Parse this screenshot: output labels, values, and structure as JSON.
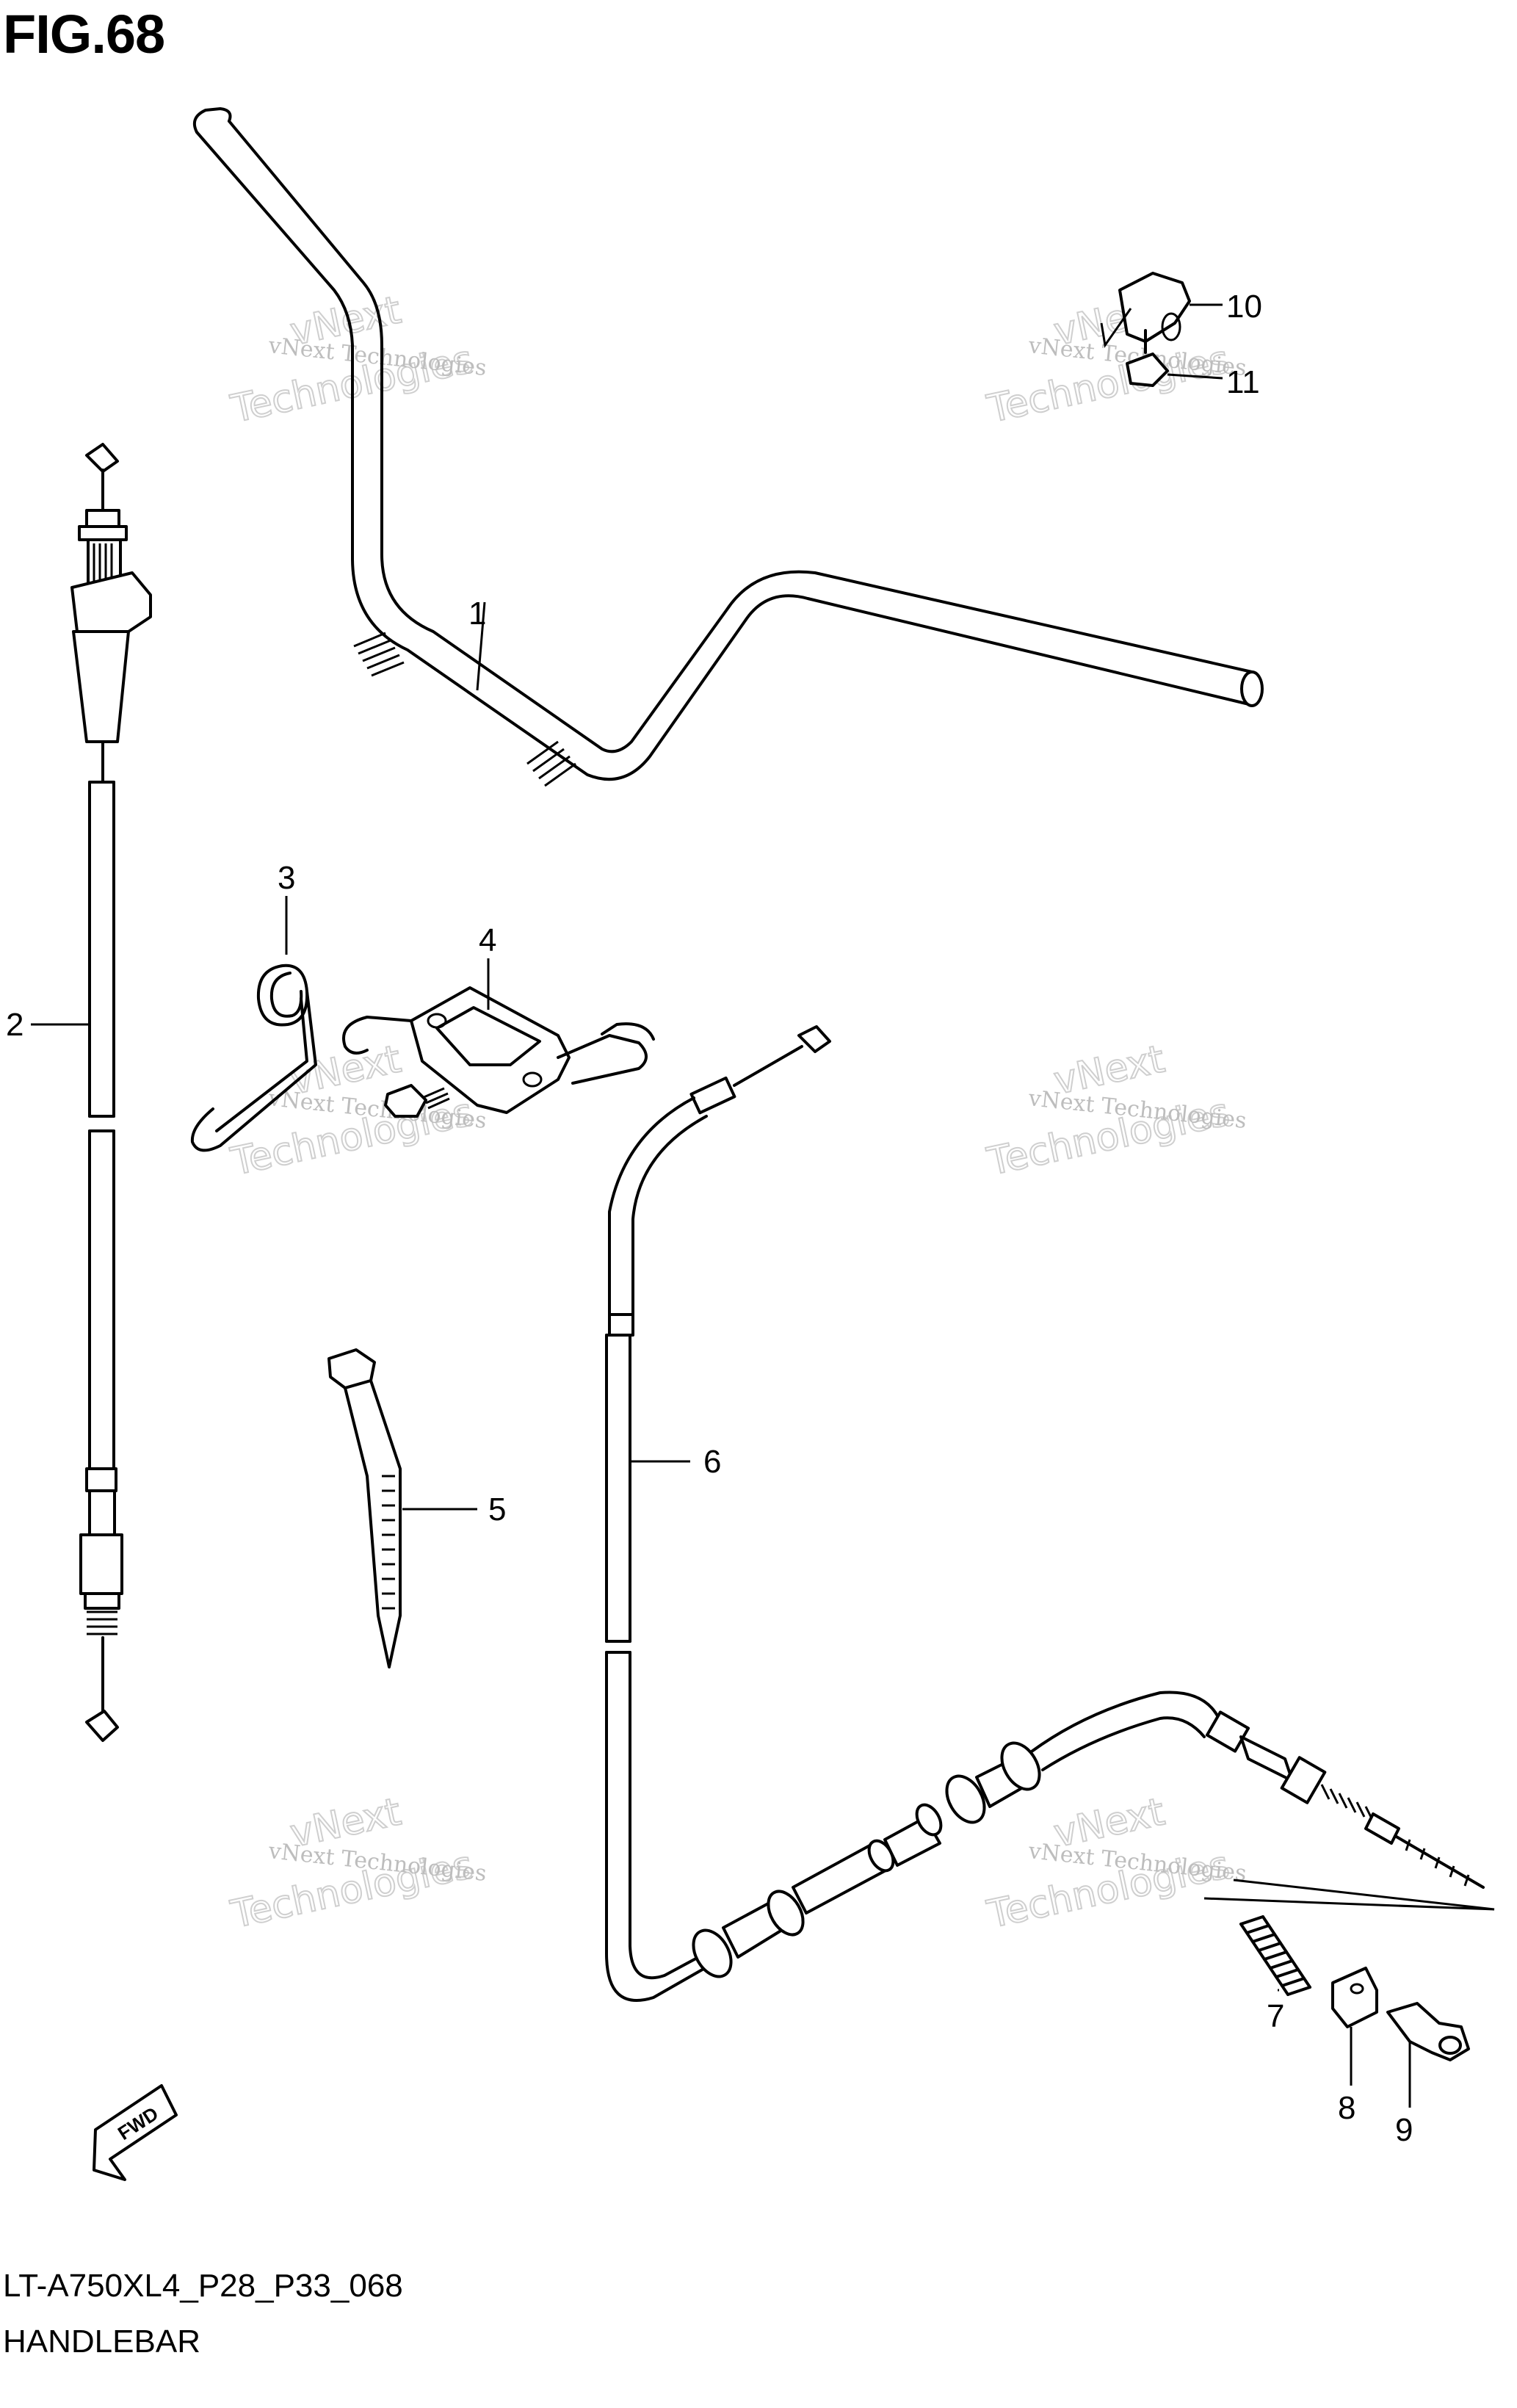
{
  "figure": {
    "title": "FIG.68",
    "code": "LT-A750XL4_P28_P33_068",
    "name": "HANDLEBAR"
  },
  "callouts": [
    "1",
    "2",
    "3",
    "4",
    "5",
    "6",
    "7",
    "8",
    "9",
    "10",
    "11"
  ],
  "watermark": {
    "line1": "vNext Technologies",
    "line2": "Technologies",
    "line3": "vNext"
  },
  "fwd_badge": "FWD"
}
